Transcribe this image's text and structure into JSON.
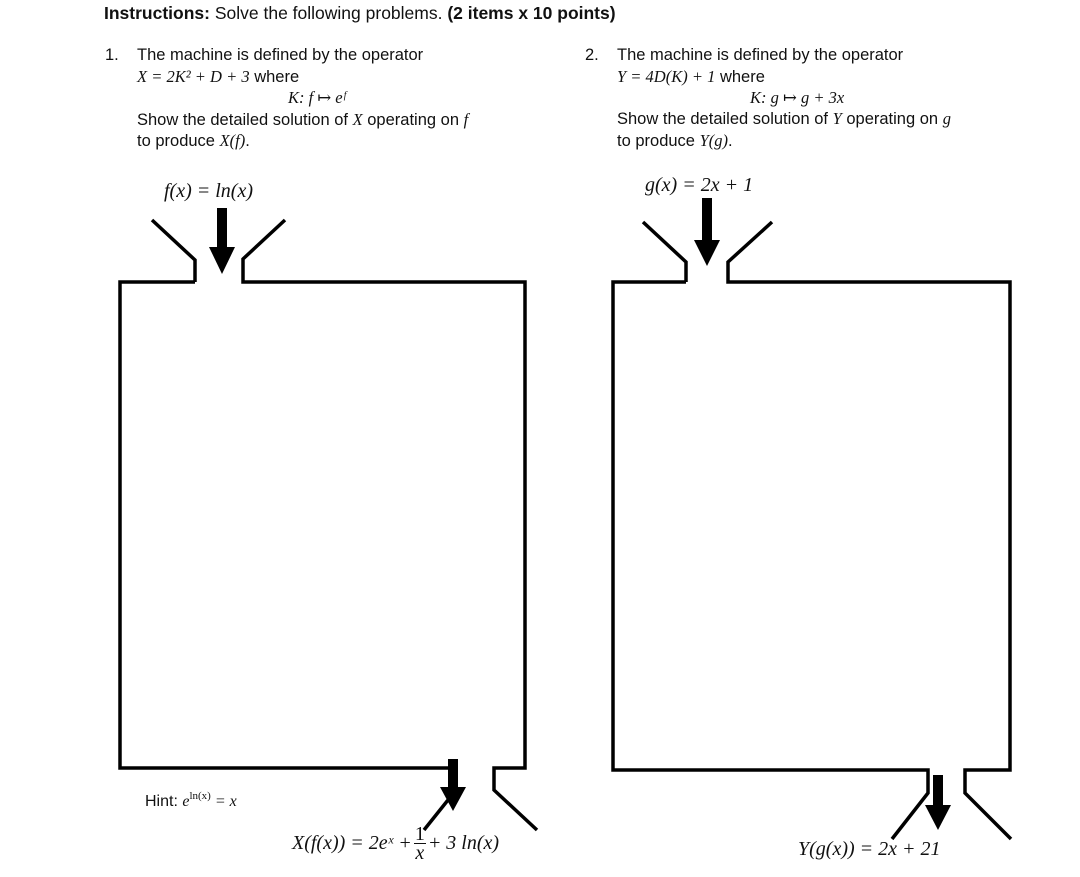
{
  "instructions": {
    "label": "Instructions:",
    "text": " Solve the following problems. ",
    "points": "(2 items x 10 points)"
  },
  "problems": [
    {
      "number": "1.",
      "line1": "The machine is defined by the operator",
      "operator": "X = 2K² + D + 3",
      "where": " where",
      "mapping": "K: f ↦ eᶠ",
      "line3_prefix": "Show the detailed solution of ",
      "line3_var": "X",
      "line3_mid": " operating on ",
      "line3_func": "f",
      "line4_prefix": "to produce ",
      "line4_result": "X(f)",
      "line4_suffix": ".",
      "input_label": "f(x) = ln(x)",
      "hint_label": "Hint: ",
      "hint_math": "e",
      "hint_sup": "ln(x)",
      "hint_rest": " = x",
      "output_left": "X(f(x)) = 2eˣ + ",
      "output_frac_num": "1",
      "output_frac_den": "x",
      "output_right": " + 3 ln(x)"
    },
    {
      "number": "2.",
      "line1": "The machine is defined by the operator",
      "operator": "Y = 4D(K) + 1",
      "where": " where",
      "mapping": "K: g ↦ g + 3x",
      "line3_prefix": "Show the detailed solution of ",
      "line3_var": "Y",
      "line3_mid": " operating on ",
      "line3_func": "g",
      "line4_prefix": "to produce ",
      "line4_result": "Y(g)",
      "line4_suffix": ".",
      "input_label": "g(x) = 2x + 1",
      "output": "Y(g(x)) = 2x + 21"
    }
  ],
  "colors": {
    "stroke": "#000000",
    "text": "#111111",
    "background": "#ffffff"
  }
}
